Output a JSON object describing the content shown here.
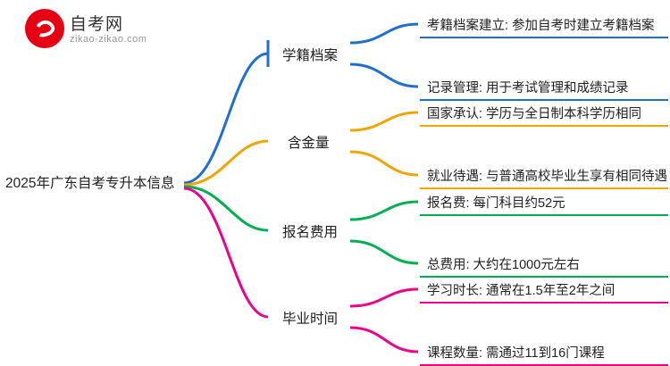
{
  "logo": {
    "name": "自考网",
    "domain": "zikao-zikao.com",
    "mark_color": "#e60012"
  },
  "mindmap": {
    "root": "2025年广东自考专升本信息",
    "branches": [
      {
        "label": "学籍档案",
        "color": "#1f6fd0",
        "items": [
          "考籍档案建立: 参加自考时建立考籍档案",
          "记录管理: 用于考试管理和成绩记录"
        ]
      },
      {
        "label": "含金量",
        "color": "#f0a500",
        "items": [
          "国家承认: 学历与全日制本科学历相同",
          "就业待遇: 与普通高校毕业生享有相同待遇"
        ]
      },
      {
        "label": "报名费用",
        "color": "#00b050",
        "items": [
          "报名费: 每门科目约52元",
          "总费用: 大约在1000元左右"
        ]
      },
      {
        "label": "毕业时间",
        "color": "#ec008c",
        "items": [
          "学习时长: 通常在1.5年至2年之间",
          "课程数量: 需通过11到16门课程"
        ]
      }
    ]
  }
}
